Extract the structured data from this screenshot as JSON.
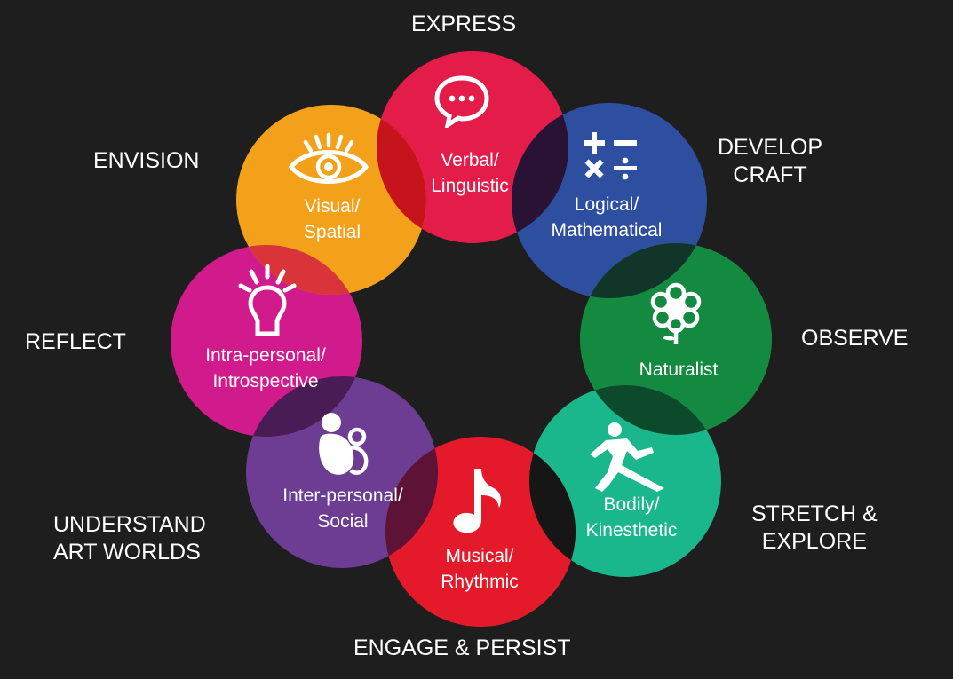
{
  "colors": {
    "background": "#1e1e1e",
    "verbal": "#e41c4a",
    "logical": "#2e4f9f",
    "naturalist": "#148a40",
    "bodily": "#1ab78c",
    "musical": "#e41a2a",
    "interpersonal": "#6c3d93",
    "intrapersonal": "#d11a8c",
    "visual": "#f3a01b"
  },
  "circles": [
    {
      "key": "verbal",
      "line1": "Verbal/",
      "line2": "Linguistic",
      "icon": "speech-bubble-icon"
    },
    {
      "key": "logical",
      "line1": "Logical/",
      "line2": "Mathematical",
      "icon": "math-symbols-icon"
    },
    {
      "key": "naturalist",
      "line1": "Naturalist",
      "line2": "",
      "icon": "flower-icon"
    },
    {
      "key": "bodily",
      "line1": "Bodily/",
      "line2": "Kinesthetic",
      "icon": "runner-icon"
    },
    {
      "key": "musical",
      "line1": "Musical/",
      "line2": "Rhythmic",
      "icon": "music-note-icon"
    },
    {
      "key": "interpersonal",
      "line1": "Inter-personal/",
      "line2": "Social",
      "icon": "people-icon"
    },
    {
      "key": "intrapersonal",
      "line1": "Intra-personal/",
      "line2": "Introspective",
      "icon": "lightbulb-icon"
    },
    {
      "key": "visual",
      "line1": "Visual/",
      "line2": "Spatial",
      "icon": "eye-icon"
    }
  ],
  "outer_labels": {
    "express": "EXPRESS",
    "develop_1": "DEVELOP",
    "develop_2": "CRAFT",
    "observe": "OBSERVE",
    "stretch_1": "STRETCH &",
    "stretch_2": "EXPLORE",
    "engage": "ENGAGE & PERSIST",
    "understand_1": "UNDERSTAND",
    "understand_2": "ART WORLDS",
    "reflect": "REFLECT",
    "envision": "ENVISION"
  }
}
